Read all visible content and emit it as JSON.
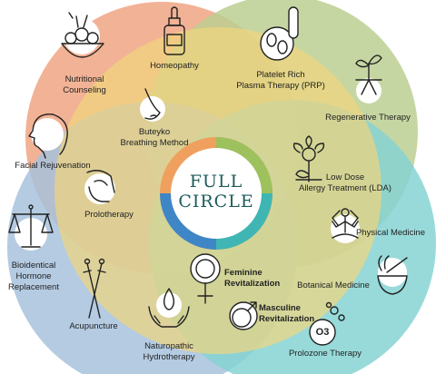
{
  "logo": {
    "line1": "FULL",
    "line2": "CIRCLE"
  },
  "colors": {
    "orange": "#e8926a",
    "green": "#b5c98a",
    "blue": "#9cbad8",
    "teal": "#7ccfd0",
    "yellow": "#efd37c",
    "logo_text": "#1e5b5b"
  },
  "services": {
    "nutritional": {
      "line1": "Nutritional",
      "line2": "Counseling",
      "icon": "food-bowl-icon"
    },
    "homeopathy": {
      "label": "Homeopathy",
      "icon": "dropper-bottle-icon"
    },
    "prp": {
      "line1": "Platelet Rich",
      "line2": "Plasma Therapy (PRP)",
      "icon": "test-tube-icon"
    },
    "regenerative": {
      "label": "Regenerative Therapy",
      "icon": "sprout-icon"
    },
    "buteyko": {
      "line1": "Buteyko",
      "line2": "Breathing Method",
      "icon": "nose-icon"
    },
    "facial": {
      "label": "Facial Rejuvenation",
      "icon": "face-profile-icon"
    },
    "ldat": {
      "line1": "Low Dose",
      "line2": "Allergy Treatment (LDA)",
      "icon": "flower-icon"
    },
    "prolotherapy": {
      "label": "Prolotherapy",
      "icon": "knee-joint-icon"
    },
    "physical": {
      "label": "Physical Medicine",
      "icon": "yoga-figure-icon"
    },
    "bhr": {
      "line1": "Bioidentical",
      "line2": "Hormone",
      "line3": "Replacement",
      "icon": "balance-scale-icon"
    },
    "feminine": {
      "line1": "Feminine",
      "line2": "Revitalization",
      "icon": "female-symbol-icon"
    },
    "botanical": {
      "label": "Botanical Medicine",
      "icon": "mortar-pestle-icon"
    },
    "masculine": {
      "line1": "Masculine",
      "line2": "Revitalization",
      "icon": "male-symbol-icon"
    },
    "acupuncture": {
      "label": "Acupuncture",
      "icon": "needles-icon"
    },
    "naturopathic": {
      "line1": "Naturopathic",
      "line2": "Hydrotherapy",
      "icon": "hands-water-icon"
    },
    "prolozone": {
      "label": "Prolozone Therapy",
      "icon": "ozone-icon",
      "symbol": "O3"
    }
  }
}
